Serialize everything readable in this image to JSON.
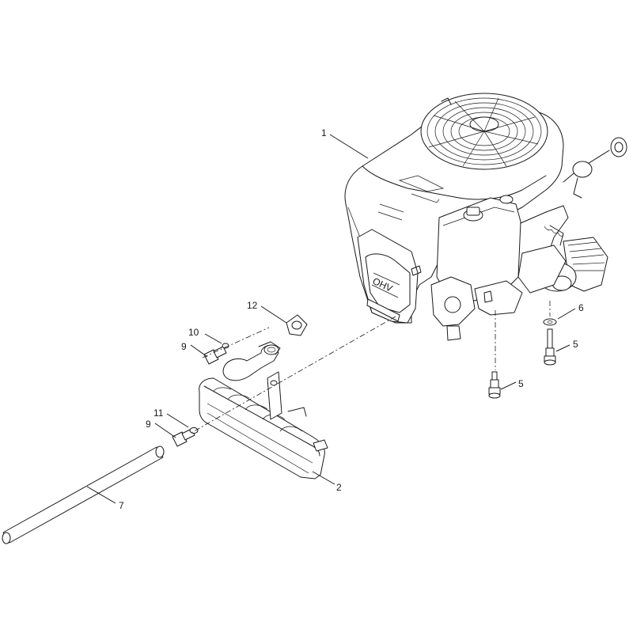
{
  "callouts": [
    {
      "id": "c1",
      "label": "1"
    },
    {
      "id": "c2",
      "label": "2"
    },
    {
      "id": "c5a",
      "label": "5"
    },
    {
      "id": "c5b",
      "label": "5"
    },
    {
      "id": "c6",
      "label": "6"
    },
    {
      "id": "c7",
      "label": "7"
    },
    {
      "id": "c9a",
      "label": "9"
    },
    {
      "id": "c9b",
      "label": "9"
    },
    {
      "id": "c10",
      "label": "10"
    },
    {
      "id": "c11",
      "label": "11"
    },
    {
      "id": "c12",
      "label": "12"
    }
  ],
  "colors": {
    "line": "#1a1a1a",
    "background": "#ffffff"
  }
}
